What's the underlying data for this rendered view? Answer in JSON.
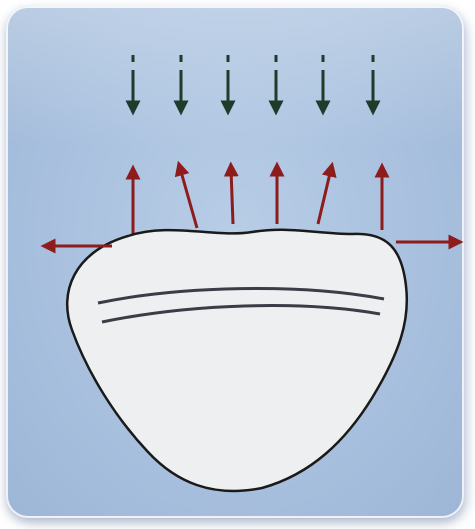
{
  "diagram": {
    "colors": {
      "background": "#a9c1df",
      "downward_arrows": "#1f3b2a",
      "upward_arrows": "#8e1c1c",
      "object_fill": "#eeeff0",
      "object_stroke": "#1a1a1a",
      "stripe": "#3a3d45"
    },
    "icons": {
      "downward_arrow": "arrow-down",
      "outward_arrow": "arrow-up-red",
      "side_arrow": "arrow-horizontal-red"
    }
  }
}
